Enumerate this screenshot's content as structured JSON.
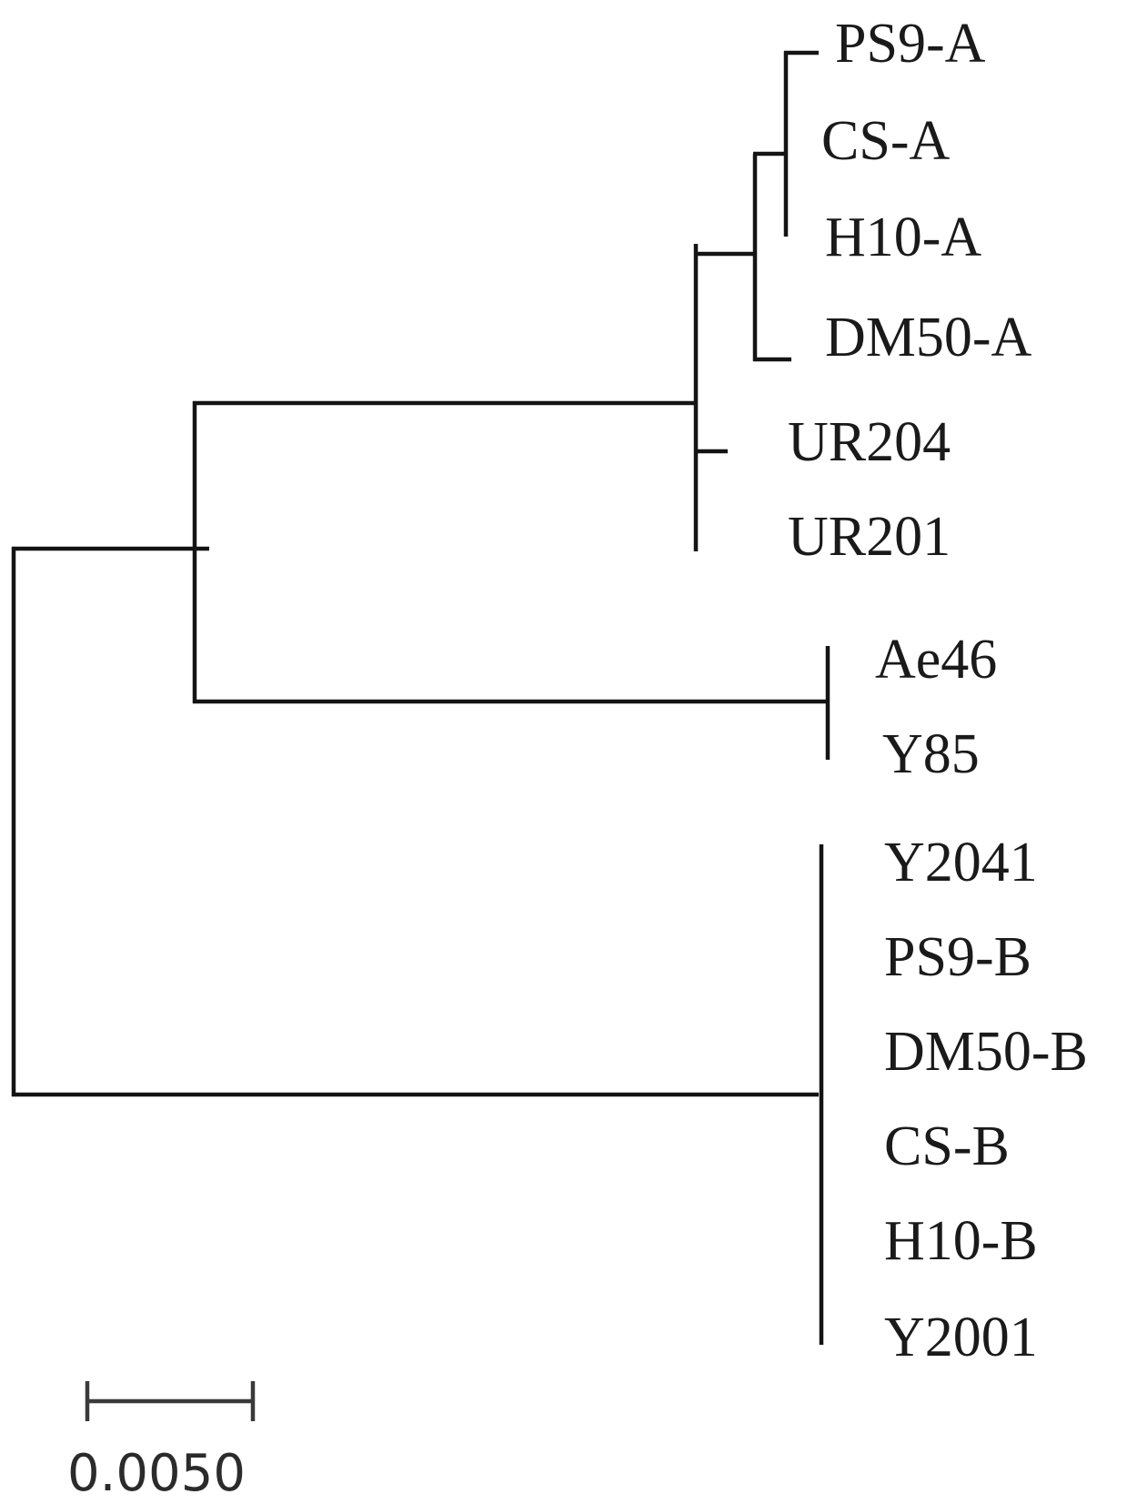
{
  "tree": {
    "leaves": [
      {
        "id": "ps9a",
        "label": "PS9-A"
      },
      {
        "id": "csa",
        "label": "CS-A"
      },
      {
        "id": "h10a",
        "label": "H10-A"
      },
      {
        "id": "dm50a",
        "label": "DM50-A"
      },
      {
        "id": "ur204",
        "label": "UR204"
      },
      {
        "id": "ur201",
        "label": "UR201"
      },
      {
        "id": "ae46",
        "label": "Ae46"
      },
      {
        "id": "y85",
        "label": "Y85"
      },
      {
        "id": "y2041",
        "label": "Y2041"
      },
      {
        "id": "ps9b",
        "label": "PS9-B"
      },
      {
        "id": "dm50b",
        "label": "DM50-B"
      },
      {
        "id": "csb",
        "label": "CS-B"
      },
      {
        "id": "h10b",
        "label": "H10-B"
      },
      {
        "id": "y2001",
        "label": "Y2001"
      }
    ]
  },
  "scale_bar": {
    "label": "0.0050",
    "length": 0.005,
    "color": "#3a3a3a",
    "label_color": "#2b2b2b"
  },
  "colors": {
    "branch": "#141414",
    "text": "#1a1a1a",
    "background": "#ffffff"
  }
}
